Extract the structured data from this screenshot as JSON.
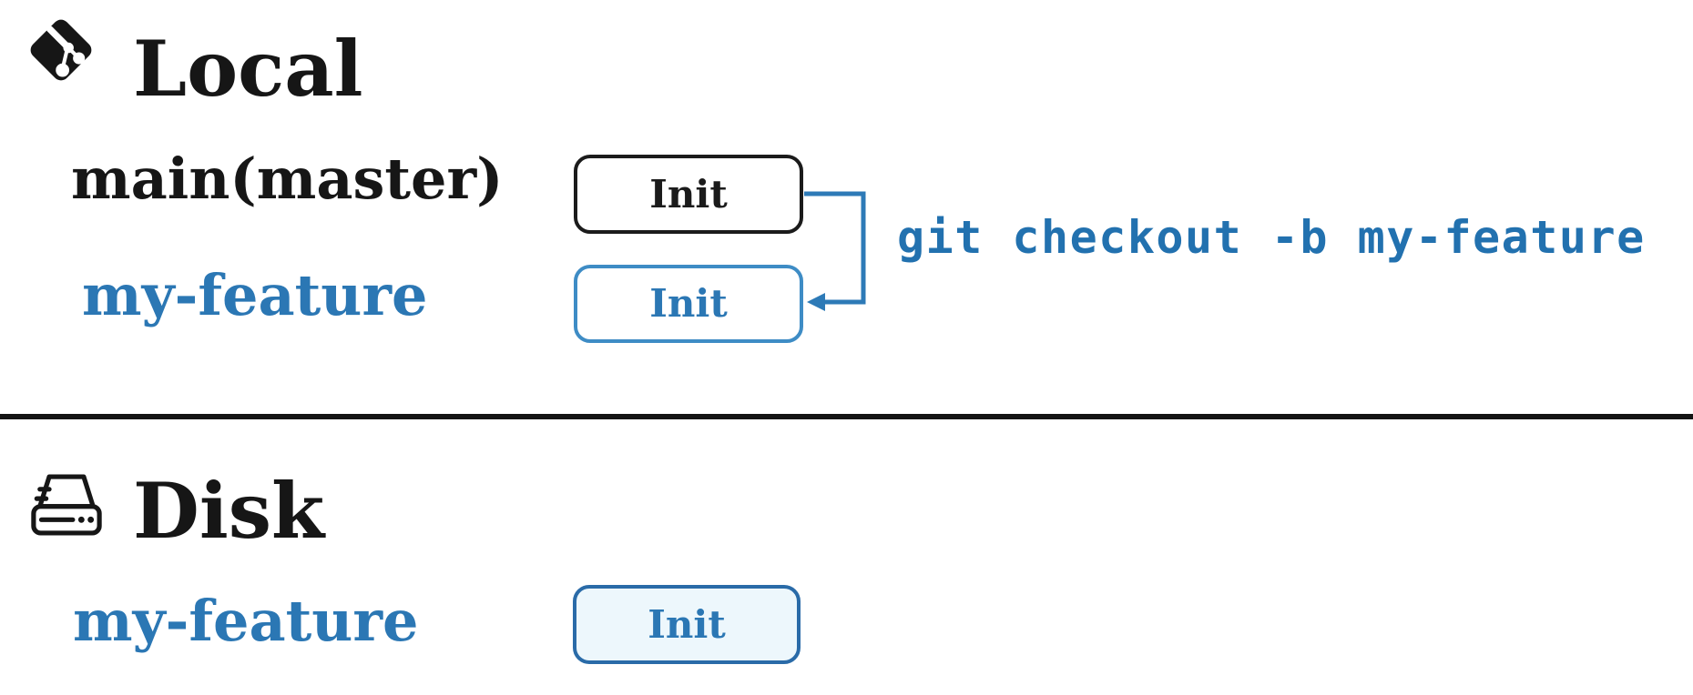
{
  "diagram": {
    "local": {
      "heading": "Local",
      "heading_icon": "git-icon",
      "branches": [
        {
          "label": "main(master)",
          "commit": "Init"
        },
        {
          "label": "my-feature",
          "commit": "Init"
        }
      ],
      "command": "git checkout -b my-feature"
    },
    "disk": {
      "heading": "Disk",
      "heading_icon": "hard-drive-icon",
      "branches": [
        {
          "label": "my-feature",
          "commit": "Init"
        }
      ]
    },
    "colors": {
      "black": "#161616",
      "blue_label": "#2b77b4",
      "blue_command": "#2271af",
      "blue_arrow": "#2d7ab7",
      "local_box_border": "#3e8cc5",
      "disk_box_border": "#2a6ba8",
      "disk_box_bg": "#edf7fc"
    }
  }
}
